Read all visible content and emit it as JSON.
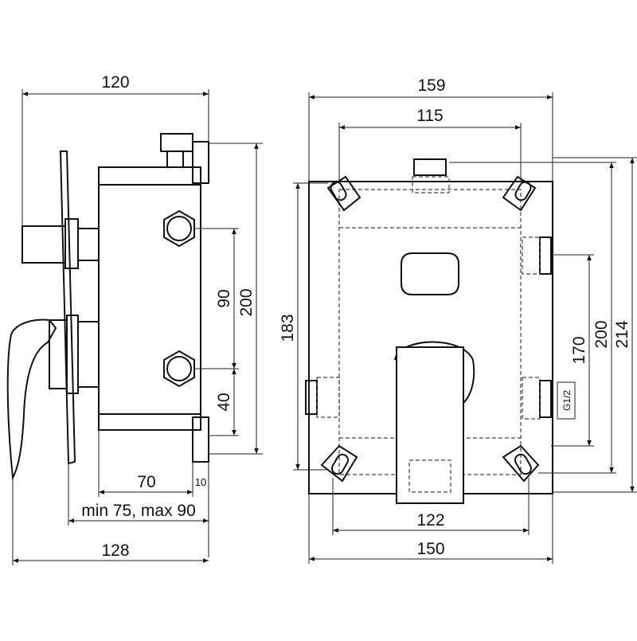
{
  "side_view": {
    "dims": {
      "top_width": "120",
      "height_90": "90",
      "height_200": "200",
      "height_40": "40",
      "depth_70": "70",
      "offset_10": "10",
      "range": "min 75, max 90",
      "total_128": "128"
    }
  },
  "front_view": {
    "dims": {
      "top_width": "159",
      "inner_width": "115",
      "height_183": "183",
      "height_170": "170",
      "height_200": "200",
      "height_214": "214",
      "thread": "G1/2",
      "bottom_122": "122",
      "bottom_150": "150"
    }
  }
}
